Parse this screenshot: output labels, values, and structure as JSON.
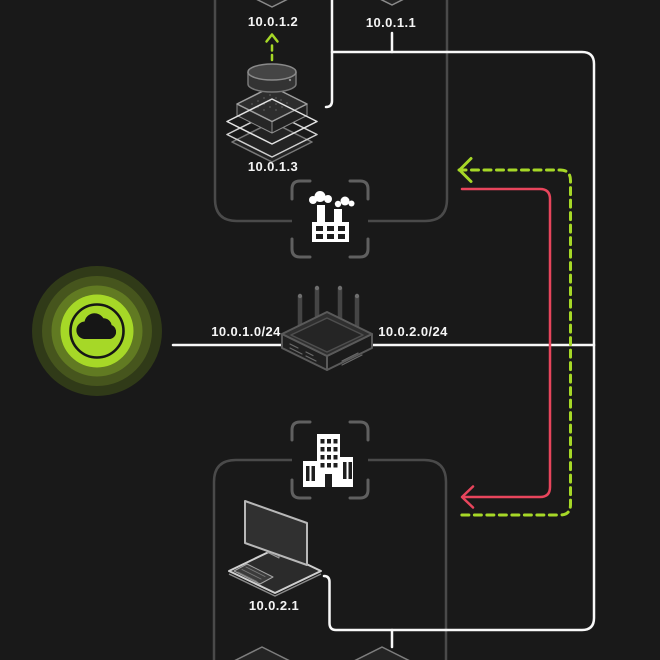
{
  "diagram": {
    "nodes": {
      "device_a_ip": "10.0.1.2",
      "device_b_ip": "10.0.1.1",
      "device_c_ip": "10.0.1.3",
      "device_d_ip": "10.0.2.1"
    },
    "subnets": {
      "left_label": "10.0.1.0/24",
      "right_label": "10.0.2.0/24"
    },
    "colors": {
      "background": "#191919",
      "accent_green": "#a6d827",
      "accent_red": "#e8455c",
      "line_white": "#f8f8f8",
      "subnet_box_gray": "#4a4a4a",
      "frame_gray": "#606060",
      "glow_core_green": "#a6d827"
    },
    "icons": {
      "internet": "cloud-icon",
      "gateway": "router-icon",
      "top_zone": "factory-icon",
      "bottom_zone": "office-building-icon",
      "device_c": "iot-device-stack-icon",
      "device_d": "workstation-icon"
    }
  }
}
